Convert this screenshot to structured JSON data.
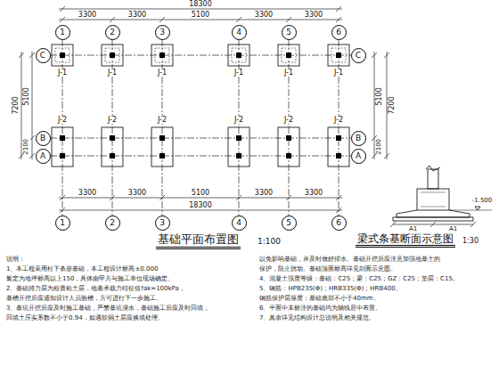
{
  "diagram": {
    "title": "基础平面布置图",
    "nodes": [
      {
        "text": [
          "1"
        ]
      },
      {
        "text": [
          "2"
        ]
      },
      {
        "text": [
          "3"
        ]
      },
      {
        "text": [
          "4"
        ]
      },
      {
        "text": [
          "5"
        ]
      },
      {
        "text": [
          "6"
        ]
      },
      {
        "text": [
          "C"
        ]
      },
      {
        "text": [
          "C"
        ]
      },
      {
        "text": [
          "B"
        ]
      },
      {
        "text": [
          "B"
        ]
      },
      {
        "text": [
          "A"
        ]
      },
      {
        "text": [
          "A"
        ]
      },
      {
        "text": [
          "1"
        ]
      },
      {
        "text": [
          "2"
        ]
      },
      {
        "text": [
          "3"
        ]
      },
      {
        "text": [
          "4"
        ]
      },
      {
        "text": [
          "5"
        ]
      },
      {
        "text": [
          "6"
        ]
      }
    ],
    "labels": [
      "18300",
      "3300",
      "3300",
      "5100",
      "3300",
      "3300",
      "18300",
      "3300",
      "3300",
      "5100",
      "3300",
      "3300",
      "7200",
      "5100",
      "2100",
      "5100",
      "2100",
      "7200",
      "J-1",
      "J-1",
      "J-1",
      "J-1",
      "J-1",
      "J-1",
      "J-2",
      "J-2",
      "J-2",
      "J-2",
      "J-2",
      "J-2",
      "1:100",
      "梁式条基断面示意图",
      "1:30",
      "A1",
      "A1",
      "-1.500",
      "说明：",
      "1、本工程采用柱下条形基础，本工程设计标高±0.000",
      "   暂定为地坪标高以上150，具体由甲方与施工单位现场确定。",
      "2、基础持力层为粉质粘土层，地基承载力特征值fak=100kPa，",
      "   基槽开挖后应通知设计人员验槽，方可进行下一步施工。",
      "3、基坑开挖后应及时施工基础，严禁基坑浸水，基础施工后应及时回填，",
      "   回填土压实系数不小于0.94，如遇软弱土层应换填处理。",
      "以免影响基础，并及时做好排水。基础开挖后应注意加强地基土的",
      "保护，防止扰动。基础顶面标高详见剖面示意图。",
      "4、混凝土强度等级：基础：C25；梁：C25；GZ：C25；垫层：C15。",
      "5、钢筋：HPB235(Φ)；HRB335(Φ)；HRB400。",
      "   钢筋保护层厚度：基础底部不小于40mm。",
      "6、平面中未标注的基础均为轴线居中布置。",
      "7、其余详见结构设计总说明及相关规范。"
    ]
  }
}
